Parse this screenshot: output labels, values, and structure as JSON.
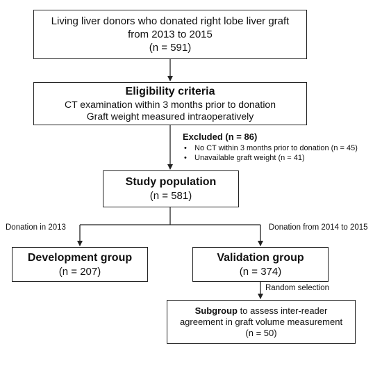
{
  "boxes": {
    "donors": {
      "line1": "Living liver donors who donated right lobe liver graft",
      "line2": "from 2013 to 2015",
      "n": "(n = 591)"
    },
    "eligibility": {
      "title": "Eligibility criteria",
      "line1": "CT examination within 3 months prior to donation",
      "line2": "Graft weight measured intraoperatively"
    },
    "excluded": {
      "title": "Excluded (n = 86)",
      "items": [
        "No CT within 3 months prior to donation (n = 45)",
        "Unavailable graft weight (n = 41)"
      ]
    },
    "study": {
      "title": "Study population",
      "n": "(n = 581)"
    },
    "development": {
      "title": "Development group",
      "n": "(n = 207)"
    },
    "validation": {
      "title": "Validation group",
      "n": "(n = 374)"
    },
    "subgroup": {
      "title_bold": "Subgroup",
      "title_rest": " to assess inter-reader",
      "line2": "agreement in graft volume measurement",
      "n": "(n = 50)"
    }
  },
  "labels": {
    "left_branch": "Donation in 2013",
    "right_branch": "Donation from 2014 to 2015",
    "random": "Random selection"
  }
}
